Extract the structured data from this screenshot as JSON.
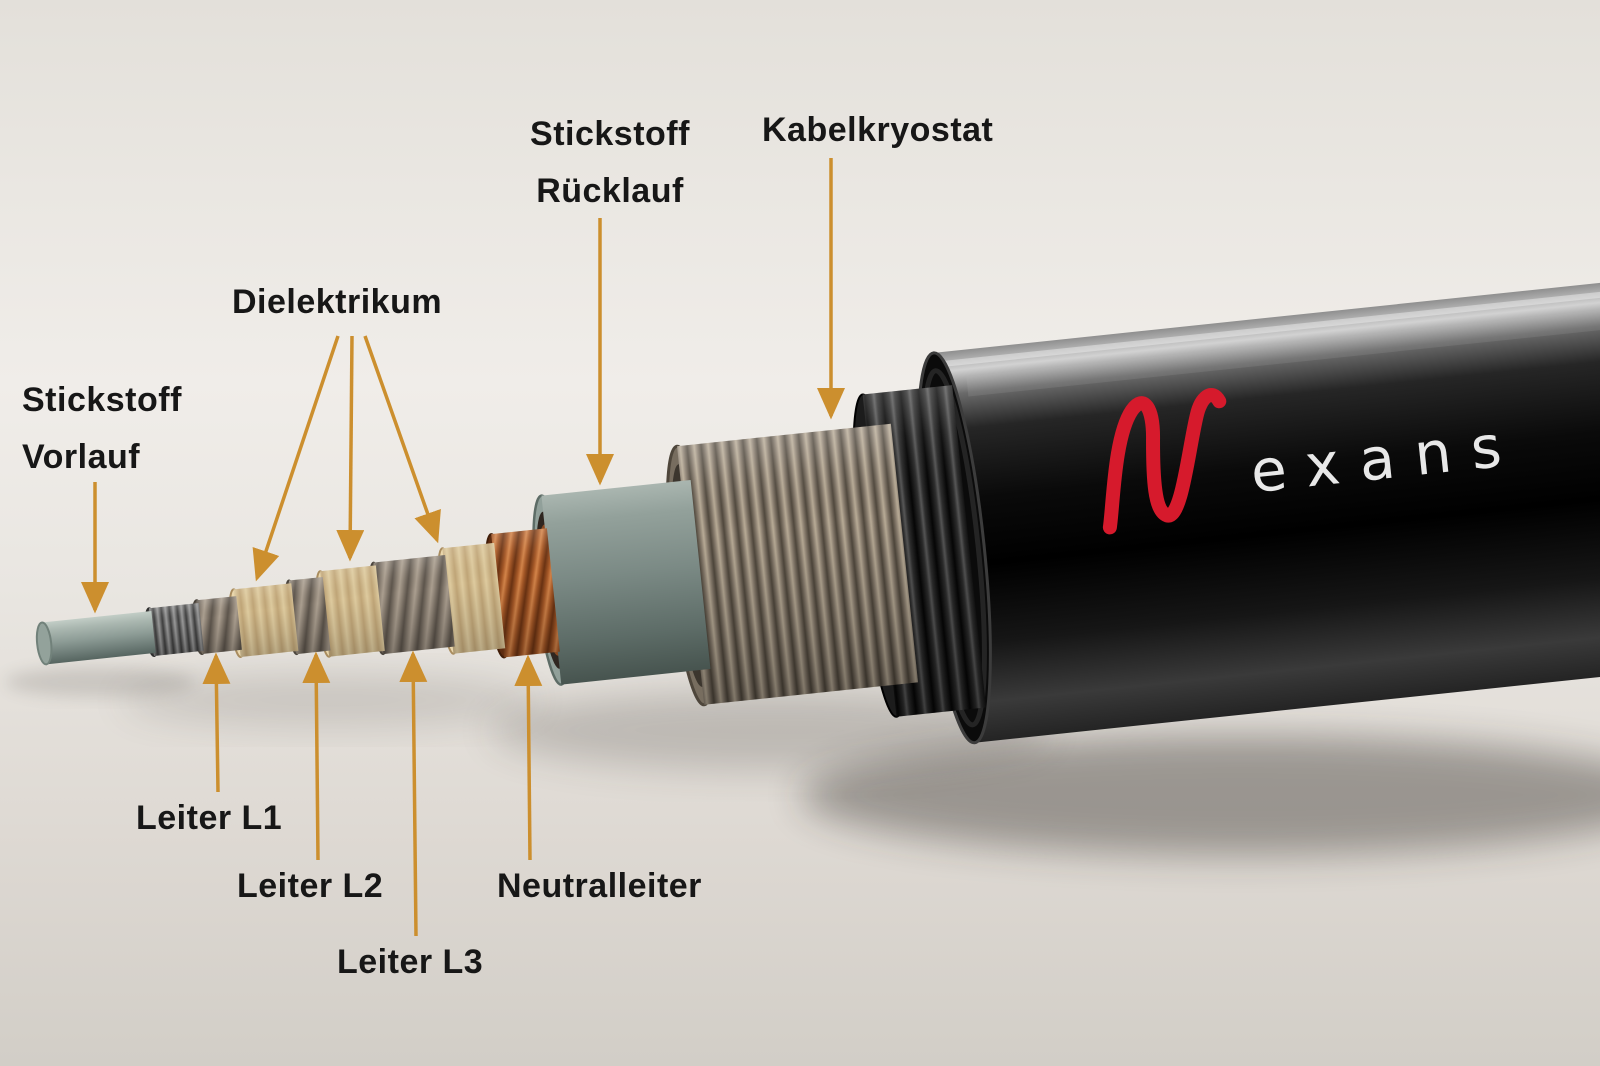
{
  "labels": {
    "stickstoff_vorlauf": {
      "line1": "Stickstoff",
      "line2": "Vorlauf"
    },
    "stickstoff_ruecklauf": {
      "line1": "Stickstoff",
      "line2": "Rücklauf"
    },
    "dielektrikum": "Dielektrikum",
    "kabelkryostat": "Kabelkryostat",
    "leiter_l1": "Leiter L1",
    "leiter_l2": "Leiter L2",
    "leiter_l3": "Leiter L3",
    "neutralleiter": "Neutralleiter"
  },
  "brand": {
    "name": "Nexans",
    "wordmark_rest": "exans"
  },
  "colors": {
    "callout_arrow": "#cc8f2e",
    "brand_red": "#d61a2c",
    "label_text": "#171717"
  }
}
